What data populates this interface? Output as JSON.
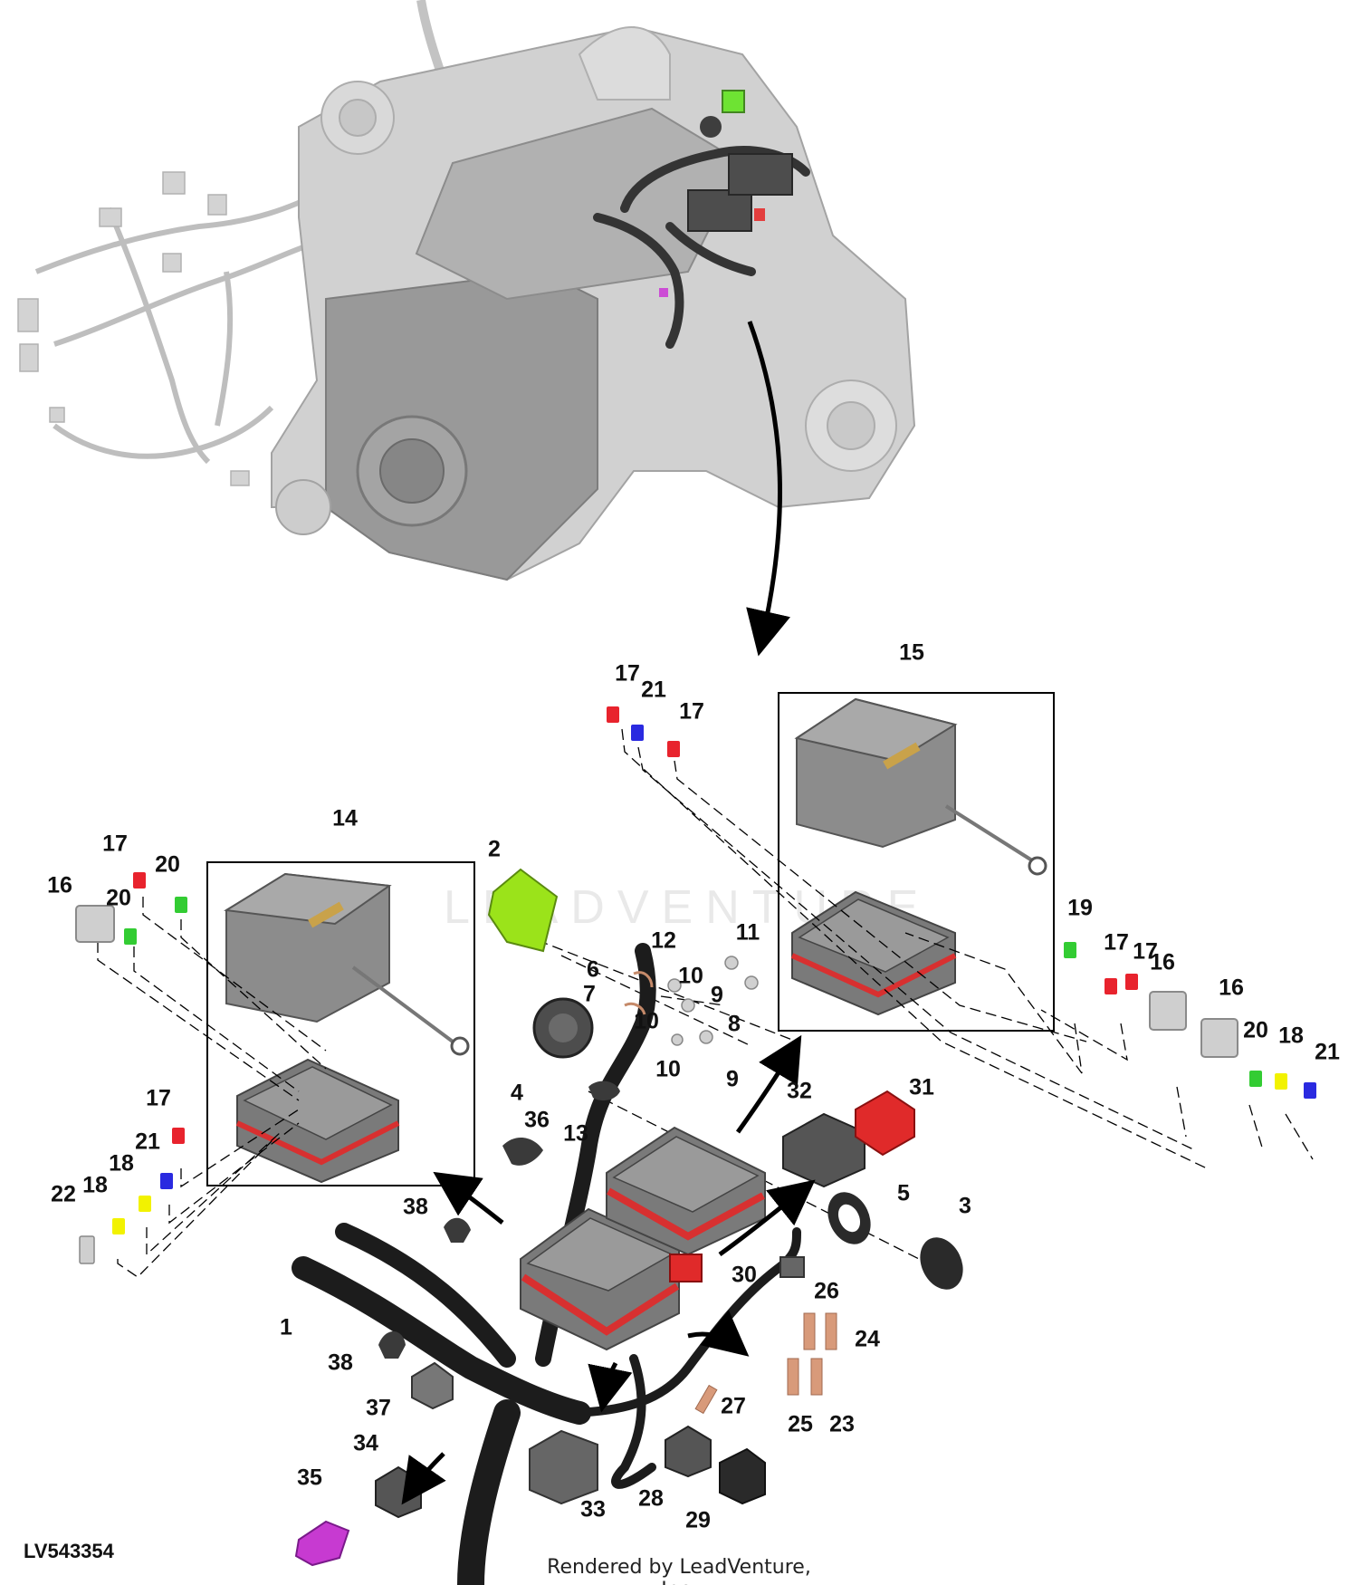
{
  "figure_id": "LV543354",
  "credit": "Rendered by LeadVenture, Inc.",
  "watermark": "LEADVENTURE",
  "colors": {
    "harness_black": "#1c1c1c",
    "module_gray": "#6f6f6f",
    "connector_red": "#e02a2a",
    "fuse_red": "#e8232d",
    "fuse_green": "#33cc33",
    "fuse_blue": "#2a2ae0",
    "fuse_yellow": "#f2f200",
    "relay_gray": "#cfcfcf",
    "lime_connector": "#9be31a",
    "magenta_connector": "#c73ad1",
    "copper": "#d89a7a"
  },
  "callouts": [
    {
      "id": "c1",
      "text": "1"
    },
    {
      "id": "c2",
      "text": "2"
    },
    {
      "id": "c3",
      "text": "3"
    },
    {
      "id": "c4",
      "text": "4"
    },
    {
      "id": "c5",
      "text": "5"
    },
    {
      "id": "c6",
      "text": "6"
    },
    {
      "id": "c7",
      "text": "7"
    },
    {
      "id": "c8",
      "text": "8"
    },
    {
      "id": "c9a",
      "text": "9"
    },
    {
      "id": "c9b",
      "text": "9"
    },
    {
      "id": "c10a",
      "text": "10"
    },
    {
      "id": "c10b",
      "text": "10"
    },
    {
      "id": "c10c",
      "text": "10"
    },
    {
      "id": "c11",
      "text": "11"
    },
    {
      "id": "c12",
      "text": "12"
    },
    {
      "id": "c13",
      "text": "13"
    },
    {
      "id": "c14",
      "text": "14"
    },
    {
      "id": "c15",
      "text": "15"
    },
    {
      "id": "c16a",
      "text": "16"
    },
    {
      "id": "c16b",
      "text": "16"
    },
    {
      "id": "c16c",
      "text": "16"
    },
    {
      "id": "c17a",
      "text": "17"
    },
    {
      "id": "c17b",
      "text": "17"
    },
    {
      "id": "c17c",
      "text": "17"
    },
    {
      "id": "c17d",
      "text": "17"
    },
    {
      "id": "c17e",
      "text": "17"
    },
    {
      "id": "c17f",
      "text": "17"
    },
    {
      "id": "c18a",
      "text": "18"
    },
    {
      "id": "c18b",
      "text": "18"
    },
    {
      "id": "c18c",
      "text": "18"
    },
    {
      "id": "c19",
      "text": "19"
    },
    {
      "id": "c20a",
      "text": "20"
    },
    {
      "id": "c20b",
      "text": "20"
    },
    {
      "id": "c20c",
      "text": "20"
    },
    {
      "id": "c21a",
      "text": "21"
    },
    {
      "id": "c21b",
      "text": "21"
    },
    {
      "id": "c21c",
      "text": "21"
    },
    {
      "id": "c22",
      "text": "22"
    },
    {
      "id": "c23",
      "text": "23"
    },
    {
      "id": "c24",
      "text": "24"
    },
    {
      "id": "c25",
      "text": "25"
    },
    {
      "id": "c26",
      "text": "26"
    },
    {
      "id": "c27",
      "text": "27"
    },
    {
      "id": "c28",
      "text": "28"
    },
    {
      "id": "c29",
      "text": "29"
    },
    {
      "id": "c30",
      "text": "30"
    },
    {
      "id": "c31",
      "text": "31"
    },
    {
      "id": "c32",
      "text": "32"
    },
    {
      "id": "c33",
      "text": "33"
    },
    {
      "id": "c34",
      "text": "34"
    },
    {
      "id": "c35",
      "text": "35"
    },
    {
      "id": "c36",
      "text": "36"
    },
    {
      "id": "c37",
      "text": "37"
    },
    {
      "id": "c38a",
      "text": "38"
    },
    {
      "id": "c38b",
      "text": "38"
    }
  ]
}
